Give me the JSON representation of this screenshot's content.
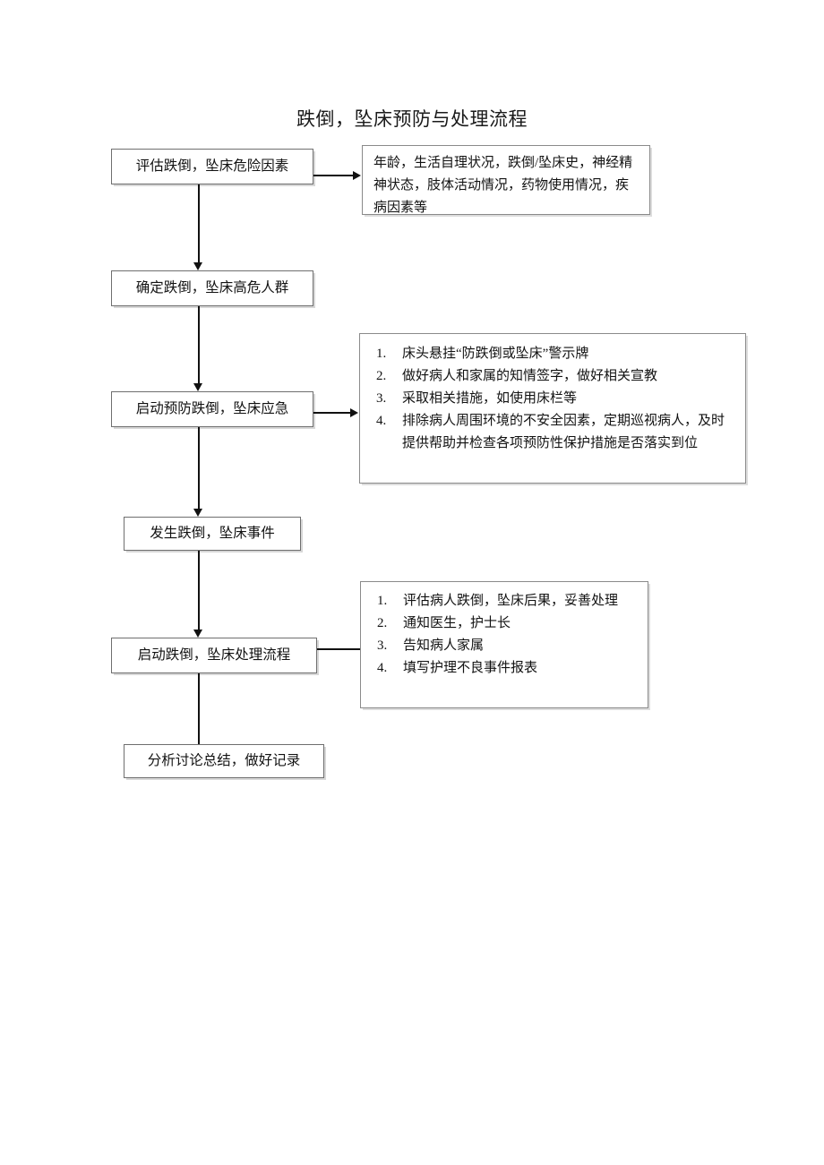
{
  "document": {
    "title": "跌倒，坠床预防与处理流程"
  },
  "flow": {
    "nodes": [
      {
        "id": "assess-risk",
        "label": "评估跌倒，坠床危险因素"
      },
      {
        "id": "identify-high-risk",
        "label": "确定跌倒，坠床高危人群"
      },
      {
        "id": "start-prevention",
        "label": "启动预防跌倒，坠床应急"
      },
      {
        "id": "event-occurs",
        "label": "发生跌倒，坠床事件"
      },
      {
        "id": "start-handling",
        "label": "启动跌倒，坠床处理流程"
      },
      {
        "id": "analyze-record",
        "label": "分析讨论总结，做好记录"
      }
    ],
    "callouts": {
      "risk_factors": {
        "text": "年龄，生活自理状况，跌倒/坠床史，神经精神状态，肢体活动情况，药物使用情况，疾病因素等"
      },
      "prevention_measures": {
        "items": [
          "床头悬挂“防跌倒或坠床”警示牌",
          "做好病人和家属的知情签字，做好相关宣教",
          "采取相关措施，如使用床栏等",
          "排除病人周围环境的不安全因素，定期巡视病人，及时提供帮助并检查各项预防性保护措施是否落实到位"
        ]
      },
      "handling_steps": {
        "items": [
          "评估病人跌倒，坠床后果，妥善处理",
          "通知医生，护士长",
          "告知病人家属",
          "填写护理不良事件报表"
        ]
      }
    }
  },
  "style": {
    "line_color": "#111111",
    "box_border_color": "#6f6f6f",
    "callout_border_color": "#8a8a8a",
    "page_background": "#ffffff",
    "text_color": "#121212"
  }
}
